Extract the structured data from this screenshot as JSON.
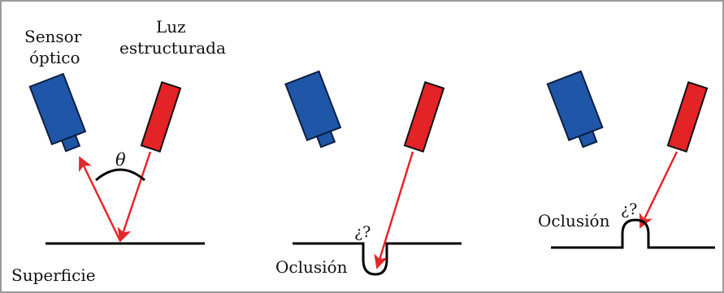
{
  "labels": {
    "sensor_line1": "Sensor",
    "sensor_line2": "óptico",
    "light_line1": "Luz",
    "light_line2": "estructurada",
    "angle": "θ",
    "surface": "Superficie",
    "occlusion_left": "Oclusión",
    "occlusion_right": "Oclusión",
    "question_1": "¿?",
    "question_2": "¿?"
  },
  "colors": {
    "sensor_fill": "#1f56a8",
    "sensor_stroke": "#0d1f3f",
    "laser_fill": "#e32326",
    "laser_stroke": "#111111",
    "ray": "#e3272b",
    "surface": "#000000",
    "frame": "#7a7a7a"
  }
}
